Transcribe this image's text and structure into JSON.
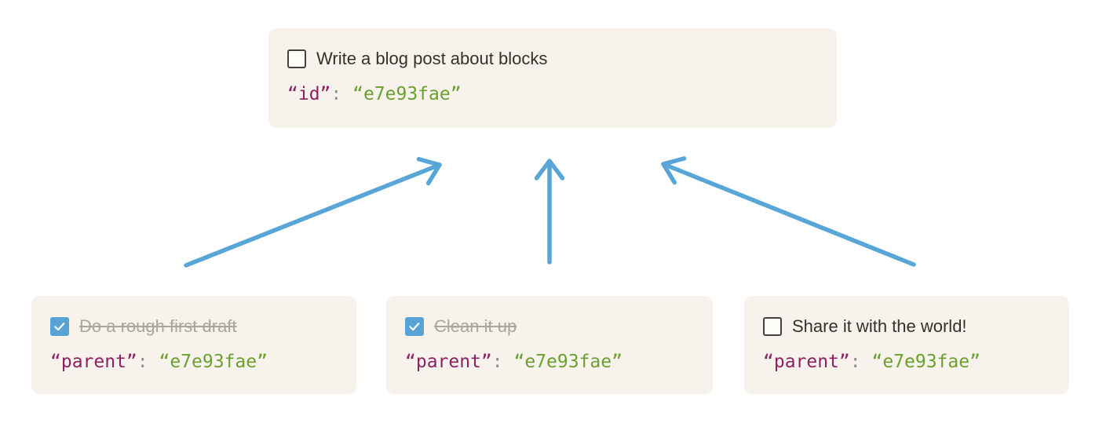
{
  "palette": {
    "page-bg": "#ffffff",
    "card-bg": "#f7f3ec",
    "task-text": "#34312b",
    "done-text": "#a9a49d",
    "checkbox-border": "#45413b",
    "checkbox-checked": "#57a3d6",
    "check-mark": "#ffffff",
    "code-key": "#8d2162",
    "code-punct": "#8d8d8d",
    "code-value": "#6ba02f",
    "arrow": "#58a5d8"
  },
  "parent_card": {
    "label": "Write a blog post about blocks",
    "checkbox_state": "unchecked",
    "label_state": "todo",
    "code": {
      "key": "“id”",
      "sep": ": ",
      "value": "“e7e93fae”"
    }
  },
  "child_cards": [
    {
      "label": "Do a rough first draft",
      "checkbox_state": "checked",
      "label_state": "done",
      "code": {
        "key": "“parent”",
        "sep": ": ",
        "value": "“e7e93fae”"
      }
    },
    {
      "label": "Clean it up",
      "checkbox_state": "checked",
      "label_state": "done",
      "code": {
        "key": "“parent”",
        "sep": ": ",
        "value": "“e7e93fae”"
      }
    },
    {
      "label": "Share it with the world!",
      "checkbox_state": "unchecked",
      "label_state": "todo",
      "code": {
        "key": "“parent”",
        "sep": ": ",
        "value": "“e7e93fae”"
      }
    }
  ]
}
